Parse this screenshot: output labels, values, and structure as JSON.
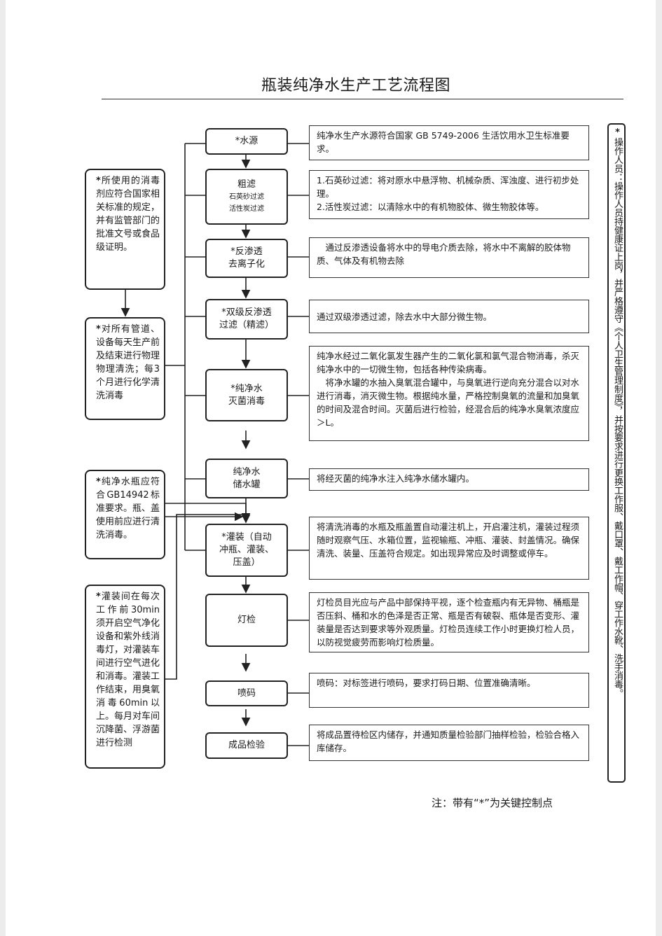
{
  "title": "瓶装纯净水生产工艺流程图",
  "steps": [
    {
      "label": "*水源",
      "sub": ""
    },
    {
      "label": "粗滤",
      "sub": "石英砂过滤\n活性炭过滤"
    },
    {
      "label": "*反渗透\n去离子化",
      "sub": ""
    },
    {
      "label": "*双级反渗透\n过滤（精滤）",
      "sub": ""
    },
    {
      "label": "*纯净水\n灭菌消毒",
      "sub": ""
    },
    {
      "label": "纯净水\n储水罐",
      "sub": ""
    },
    {
      "label": "*灌装（自动\n冲瓶、灌装、\n压盖）",
      "sub": ""
    },
    {
      "label": "灯检",
      "sub": ""
    },
    {
      "label": "喷码",
      "sub": ""
    },
    {
      "label": "成品检验",
      "sub": ""
    }
  ],
  "descriptions": [
    "纯净水生产水源符合国家 GB 5749-2006 生活饮用水卫生标准要求。",
    "1.石英砂过滤：将对原水中悬浮物、机械杂质、浑浊度、进行初步处理。\n2.活性炭过滤：以清除水中的有机物胶体、微生物胶体等。",
    "　通过反渗透设备将水中的导电介质去除，将水中不离解的胶体物质、气体及有机物去除",
    "通过双级渗透过滤，除去水中大部分微生物。",
    "纯净水经过二氧化氯发生器产生的二氧化氯和氯气混合物消毒，杀灭纯净水中的一切微生物，包括各种传染病毒。\n　将净水罐的水抽入臭氧混合罐中，与臭氧进行逆向充分混合以对水进行消毒，消灭微生物。根据纯水量，严格控制臭氧的流量和加臭氧的时间及混合时间。灭菌后进行检验，经混合后的纯净水臭氧浓度应 ＞L。",
    "将经灭菌的纯净水注入纯净水储水罐内。",
    "将清洗消毒的水瓶及瓶盖置自动灌注机上，开启灌注机，灌装过程须随时观察气压、水箱位置，监视输瓶、冲瓶、灌装、封盖情况。确保清洗、装量、压盖符合规定。如出现异常应及时调整或停车。",
    "灯检员目光应与产品中部保持平视，逐个检查瓶内有无异物、桶瓶是否压斜、桶和水的色泽是否正常、瓶是否有破裂、瓶体是否变形、灌装量是否达到要求等外观质量。灯检员连续工作小时更换灯检人员，以防视觉疲劳而影响灯检质量。",
    "喷码：对标签进行喷码，要求打码日期、位置准确清晰。",
    "将成品置待检区内储存，并通知质量检验部门抽样检验，检验合格入库储存。"
  ],
  "notes": [
    "所使用的消毒剂应符合国家相关标准的规定，并有监管部门的批准文号或食品级证明。",
    "对所有管道、设备每天生产前及结束进行物理物理清洗；每3个月进行化学清洗消毒",
    "纯净水瓶应符合GB14942标准要求。瓶、盖使用前应进行清洗消毒。",
    "灌装间在每次工作前30min须开启空气净化设备和紫外线消毒灯，对灌装车间进行空气进化和消毒。灌装工作结束，用臭氧消毒60min以上。每月对车间沉降菌、浮游菌进行检测"
  ],
  "star": "*",
  "operator_note": "操作人员：操作人员持健康证上岗，并严格遵守《个人卫生管理制度》，并按要求进行更换工作服、戴口罩、戴工作帽、穿工作水靴、洗手消毒。",
  "footnote": "注：带有“*”为关键控制点"
}
